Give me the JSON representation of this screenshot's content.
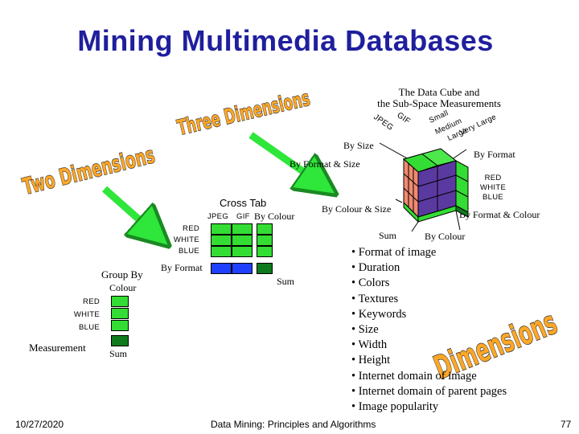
{
  "slide": {
    "title": "Mining Multimedia Databases",
    "date": "10/27/2020",
    "footer": "Data Mining: Principles and Algorithms",
    "page_number": "77"
  },
  "wordart": {
    "three_dimensions": "Three Dimensions",
    "two_dimensions": "Two Dimensions",
    "dimensions": "Dimensions"
  },
  "cube": {
    "caption_line1": "The Data Cube and",
    "caption_line2": "the Sub-Space Measurements",
    "format_labels": [
      "JPEG",
      "GIF"
    ],
    "size_labels": [
      "Small",
      "Medium",
      "Large",
      "Very Large"
    ],
    "by_size": "By Size",
    "by_format": "By Format",
    "by_format_size": "By Format & Size",
    "colour_labels": [
      "RED",
      "WHITE",
      "BLUE"
    ],
    "by_colour_size": "By Colour & Size",
    "by_format_colour": "By Format & Colour",
    "sum": "Sum",
    "by_colour": "By Colour"
  },
  "cross_tab": {
    "title": "Cross Tab",
    "format_labels": [
      "JPEG",
      "GIF"
    ],
    "by_colour": "By Colour",
    "colour_labels": [
      "RED",
      "WHITE",
      "BLUE"
    ],
    "by_format": "By Format",
    "sum": "Sum"
  },
  "group_by": {
    "title": "Group By",
    "colour": "Colour",
    "colour_labels": [
      "RED",
      "WHITE",
      "BLUE"
    ],
    "measurement": "Measurement",
    "sum": "Sum"
  },
  "dimensions_list": [
    "• Format of image",
    "• Duration",
    "• Colors",
    "• Textures",
    "• Keywords",
    "• Size",
    "• Width",
    "• Height",
    "• Internet domain of image",
    "• Internet domain of parent pages",
    "• Image popularity"
  ],
  "colors": {
    "title": "#1f1f9e",
    "green": "#33dd33",
    "dark_green": "#0e7a1c",
    "blue": "#2040ff",
    "salmon": "#f08a70",
    "purple": "#5a3aa0",
    "arrow": "#2fe63a",
    "wordart_fill": "#ffa726"
  }
}
